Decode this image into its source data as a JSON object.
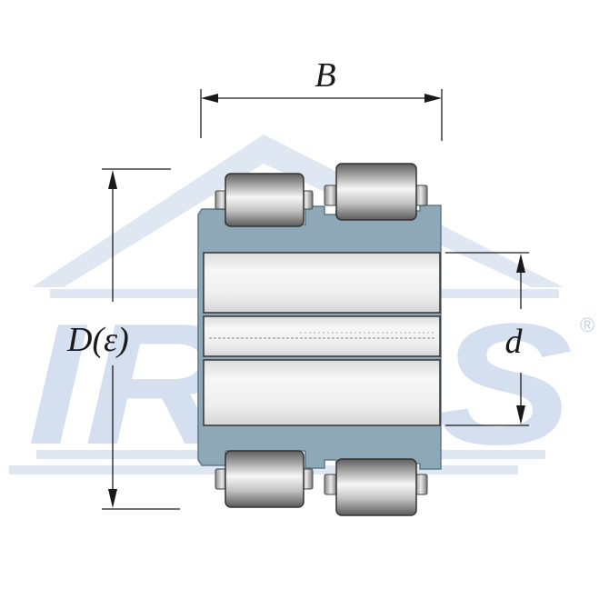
{
  "watermark": {
    "text": "IRBIS",
    "registered": "®",
    "color": "#d4dff0"
  },
  "dimensions": {
    "width_label": "B",
    "outer_label": "D(ε)",
    "bore_label": "d"
  },
  "colors": {
    "inner_ring": "#8fa8b8",
    "inner_ring_edge": "#5f7a8a",
    "bore_face": "#f2f2f2",
    "roller_light": "#f4f4f4",
    "roller_dark": "#707070",
    "line": "#1a1a1a"
  }
}
